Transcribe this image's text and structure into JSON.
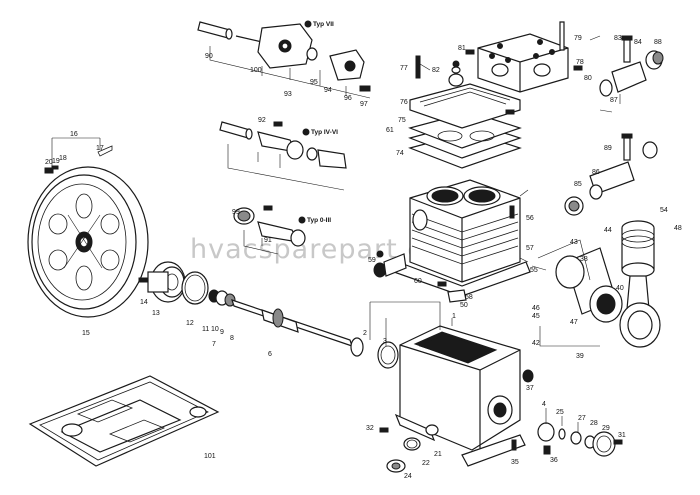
{
  "watermark": "hvacsparepart.com",
  "type_labels": {
    "typ_vii": "Typ VII",
    "typ_iv_vi": "Typ IV-VI",
    "typ_0_iii": "Typ 0-III"
  },
  "callouts": [
    "1",
    "2",
    "3",
    "4",
    "6",
    "7",
    "8",
    "9",
    "10",
    "11",
    "12",
    "13",
    "14",
    "15",
    "16",
    "17",
    "18",
    "19",
    "20",
    "21",
    "22",
    "24",
    "25",
    "27",
    "28",
    "29",
    "31",
    "32",
    "35",
    "36",
    "37",
    "38",
    "39",
    "40",
    "42",
    "43",
    "44",
    "45",
    "46",
    "47",
    "48",
    "50",
    "54",
    "55",
    "56",
    "57",
    "58",
    "59",
    "60",
    "61",
    "74",
    "75",
    "76",
    "77",
    "78",
    "79",
    "80",
    "81",
    "82",
    "83",
    "84",
    "85",
    "86",
    "87",
    "88",
    "89",
    "90",
    "91",
    "92",
    "93",
    "94",
    "95",
    "96",
    "97",
    "99",
    "100",
    "101"
  ]
}
